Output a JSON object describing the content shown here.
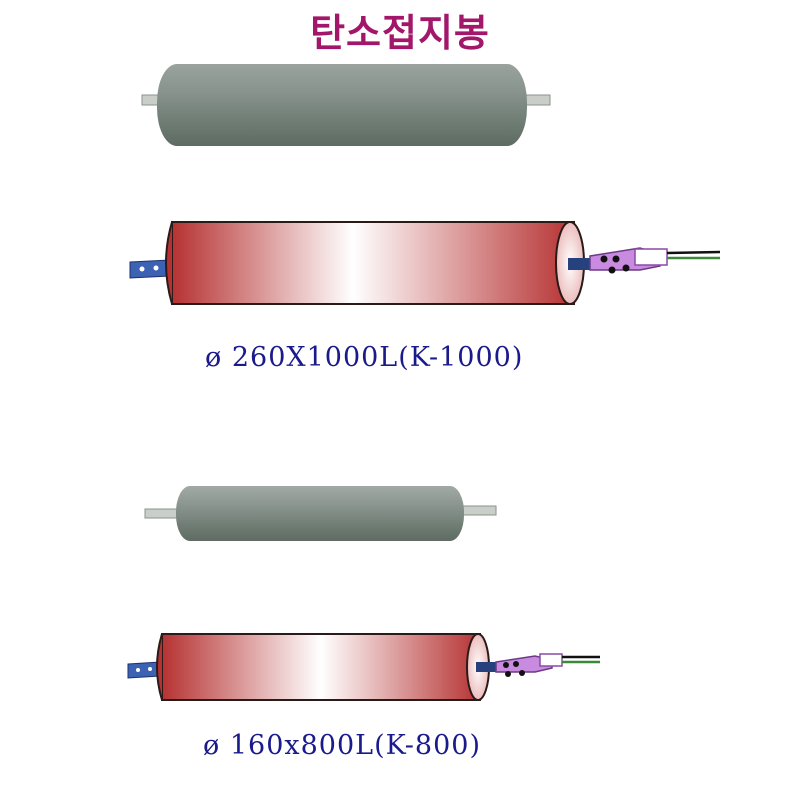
{
  "title": "탄소접지봉",
  "products": [
    {
      "spec": "ø 260X1000L(K-1000)"
    },
    {
      "spec": "ø 160x800L(K-800)"
    }
  ],
  "colors": {
    "title": "#a3176a",
    "caption": "#1a1a8c",
    "cylinder_red": "#b83a3a",
    "photo_gray": "#7f8c84",
    "bracket_blue": "#3a5fb0",
    "clamp_purple": "#b07ad0",
    "wire_green": "#3a8a3a"
  }
}
